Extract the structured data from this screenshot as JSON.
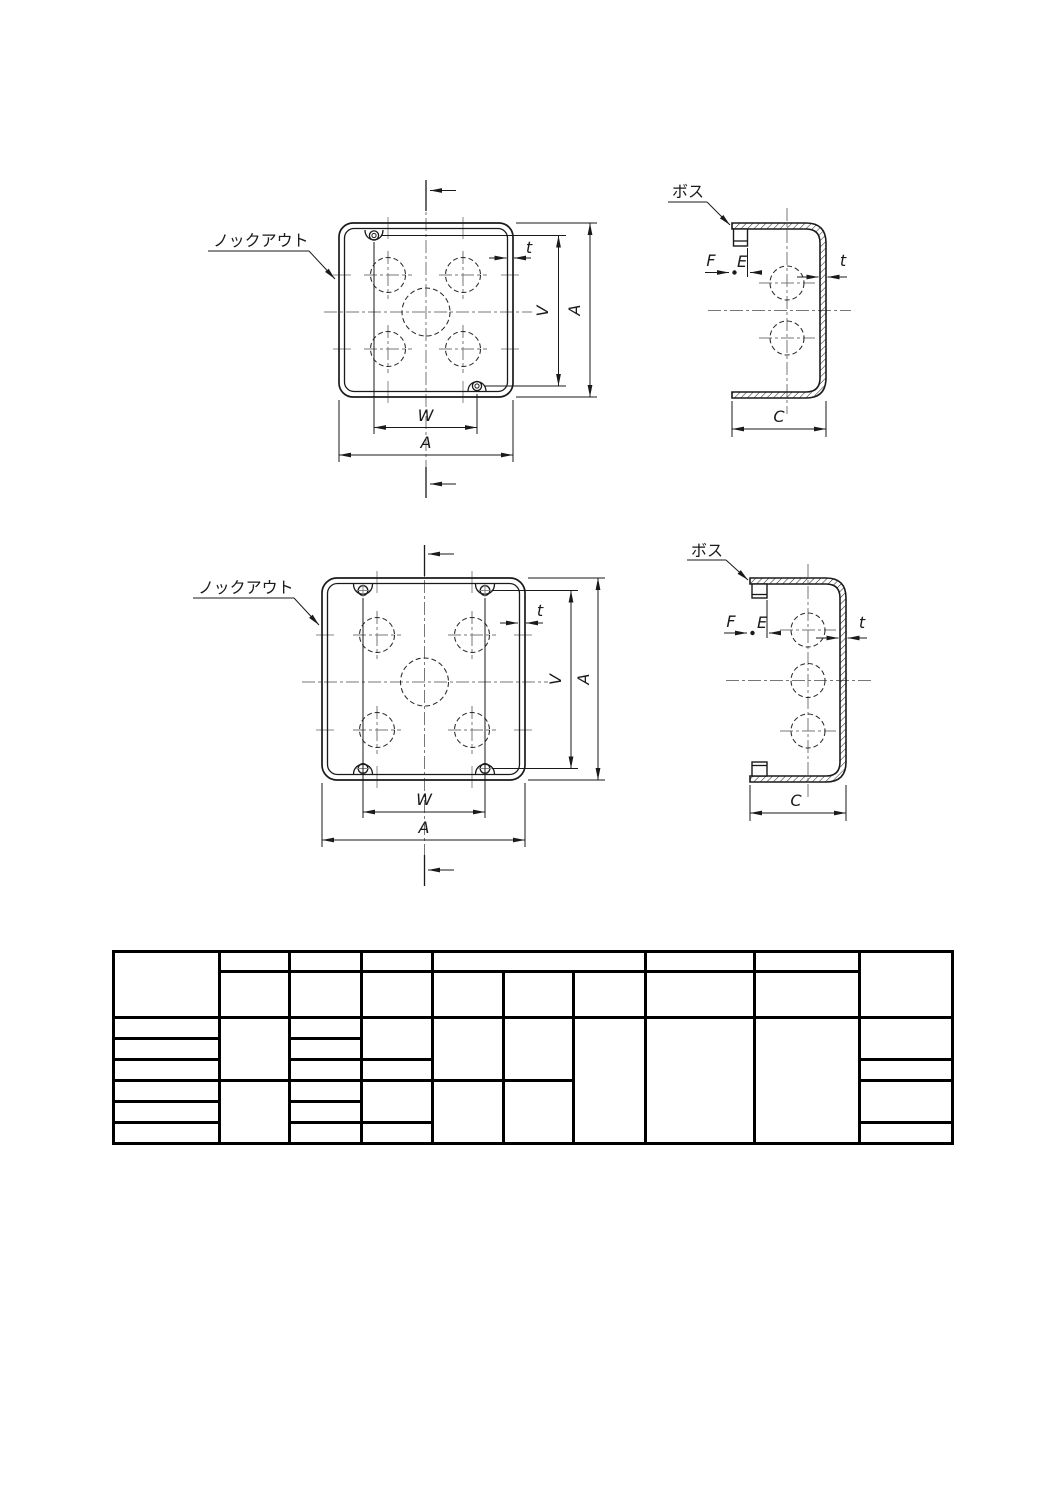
{
  "page": {
    "background": "#ffffff",
    "line_color": "#1a1a1a",
    "centerline_color": "#777777",
    "table_line_color": "#000000"
  },
  "labels": {
    "knockout": "ノックアウト",
    "boss": "ボス",
    "thickness": "t",
    "v": "V",
    "a": "A",
    "w": "W",
    "c": "C",
    "e": "E",
    "f": "F"
  },
  "table": {
    "all_cells_empty": true
  }
}
